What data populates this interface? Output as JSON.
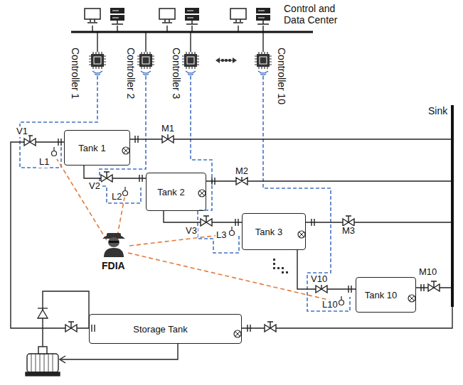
{
  "diagram": {
    "nodes": [
      {
        "text": [
          "Tank 1"
        ]
      },
      {
        "text": [
          "Tank 2"
        ]
      },
      {
        "text": [
          "Tank 3"
        ]
      },
      {
        "text": [
          "Tank 10"
        ]
      },
      {
        "text": [
          "Storage Tank"
        ]
      },
      {
        "text": [
          "Sink"
        ]
      }
    ],
    "edges": [
      {
        "from": 0,
        "to": 5,
        "arrow": "none"
      },
      {
        "from": 1,
        "to": 5,
        "arrow": "none"
      },
      {
        "from": 2,
        "to": 5,
        "arrow": "none"
      },
      {
        "from": 3,
        "to": 5,
        "arrow": "none"
      },
      {
        "from": 0,
        "to": 1,
        "arrow": "none"
      },
      {
        "from": 1,
        "to": 2,
        "arrow": "none"
      },
      {
        "from": 2,
        "to": 3,
        "arrow": "none"
      },
      {
        "from": 4,
        "to": 0,
        "arrow": "none"
      },
      {
        "from": 5,
        "to": 4,
        "arrow": "none"
      }
    ],
    "labels": [
      "Control and Data Center",
      "Controller 1",
      "Controller 2",
      "Controller 3",
      "Controller 10",
      "V1",
      "L1",
      "M1",
      "V2",
      "L2",
      "M2",
      "V3",
      "L3",
      "M3",
      "FDIA",
      "V10",
      "L10",
      "M10"
    ]
  }
}
